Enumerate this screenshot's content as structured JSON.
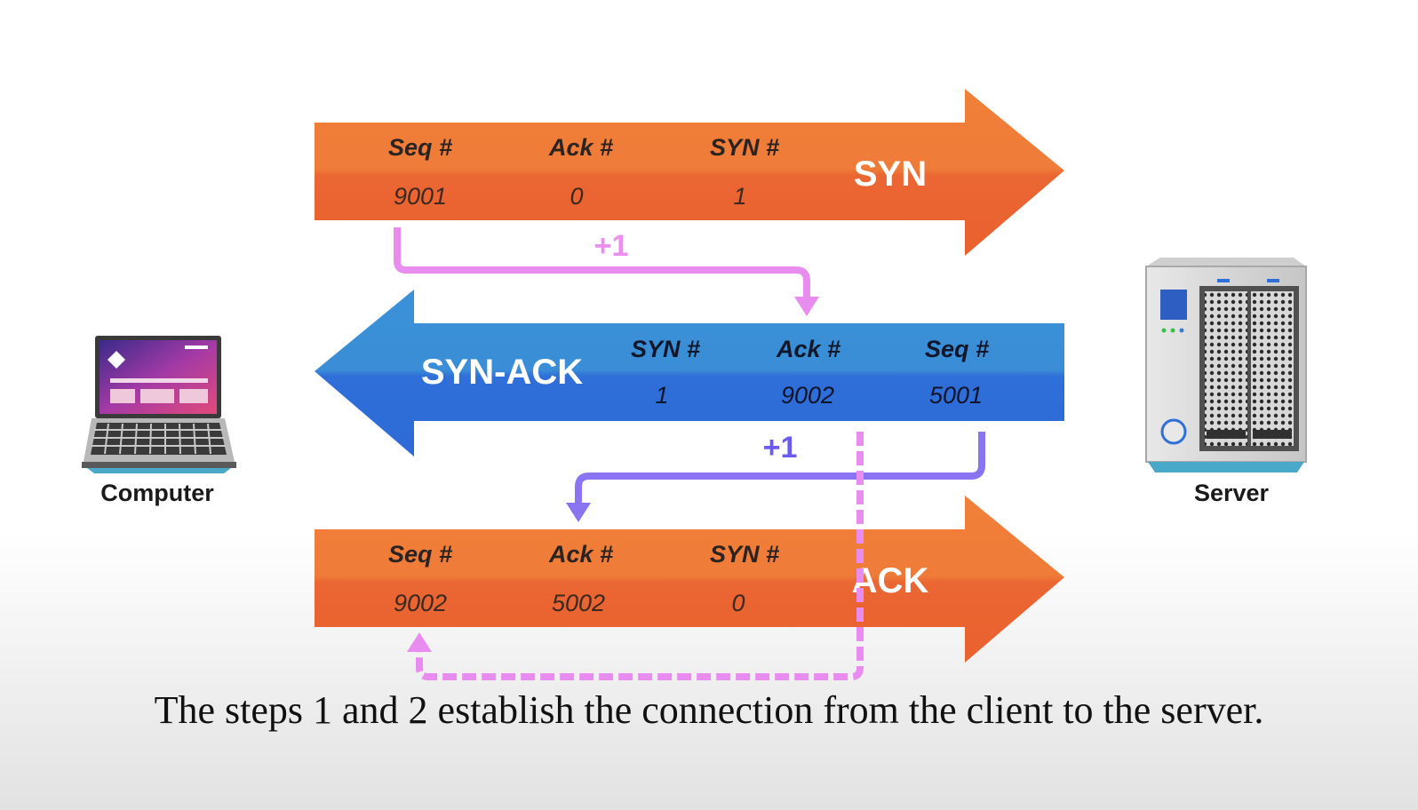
{
  "syn": {
    "label": "SYN",
    "fields": [
      {
        "header": "Seq #",
        "value": "9001"
      },
      {
        "header": "Ack #",
        "value": "0"
      },
      {
        "header": "SYN #",
        "value": "1"
      }
    ]
  },
  "synack": {
    "label": "SYN-ACK",
    "fields": [
      {
        "header": "SYN #",
        "value": "1"
      },
      {
        "header": "Ack #",
        "value": "9002"
      },
      {
        "header": "Seq #",
        "value": "5001"
      }
    ]
  },
  "ack": {
    "label": "ACK",
    "fields": [
      {
        "header": "Seq #",
        "value": "9002"
      },
      {
        "header": "Ack #",
        "value": "5002"
      },
      {
        "header": "SYN #",
        "value": "0"
      }
    ]
  },
  "connectors": {
    "plus_top": "+1",
    "plus_mid": "+1"
  },
  "devices": {
    "client": "Computer",
    "server": "Server"
  },
  "caption": "The steps 1 and 2 establish the connection from the client to the server.",
  "colors": {
    "orange_light": "#ef7d38",
    "orange_dark": "#ea6530",
    "blue_light": "#3a8fd6",
    "blue_dark": "#2f6fd8",
    "pink": "#e98cf0",
    "purple": "#8a74f2"
  }
}
